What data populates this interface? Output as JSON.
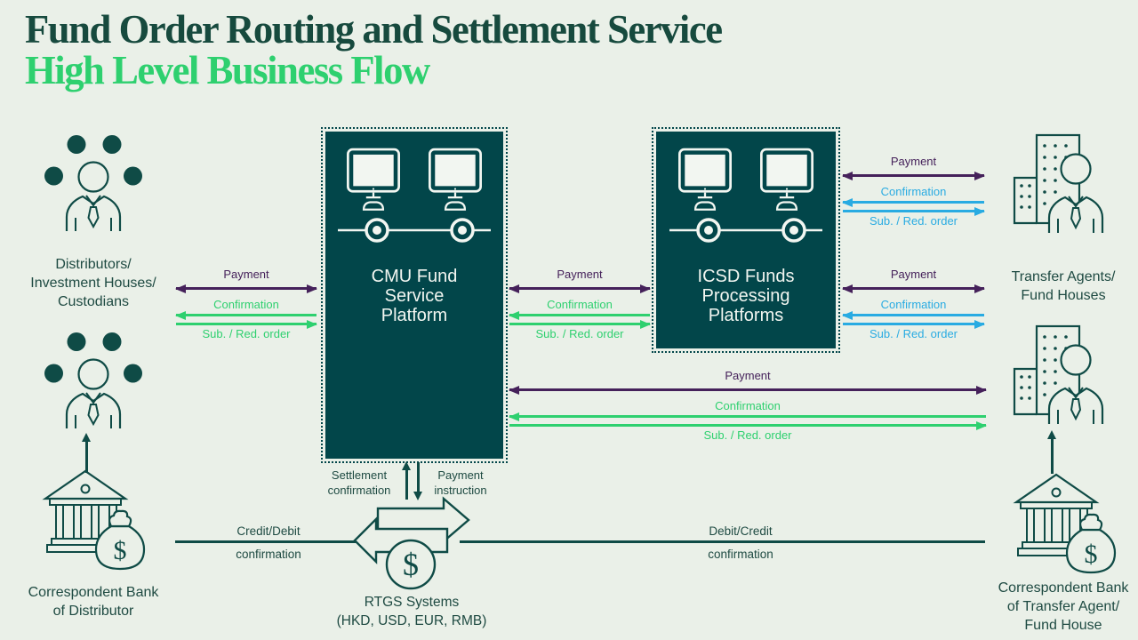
{
  "title": {
    "line1": "Fund Order Routing and Settlement Service",
    "line2": "High Level Business Flow"
  },
  "colors": {
    "background": "#eaf0e8",
    "panel": "#02464a",
    "panel_text": "#f2f6f1",
    "ink": "#0f4b46",
    "text": "#1e4a42",
    "title_primary": "#174a3e",
    "green": "#2ed06f",
    "blue": "#29abe2",
    "purple": "#45215a"
  },
  "actors": {
    "distributors": {
      "lines": [
        "Distributors/",
        "Investment Houses/",
        "Custodians"
      ]
    },
    "transfer_agents": {
      "lines": [
        "Transfer Agents/",
        "Fund Houses"
      ]
    },
    "bank_distributor": {
      "lines": [
        "Correspondent Bank",
        "of Distributor"
      ]
    },
    "bank_transfer_agent": {
      "lines": [
        "Correspondent Bank",
        "of Transfer Agent/",
        "Fund House"
      ]
    },
    "rtgs": {
      "lines": [
        "RTGS Systems",
        "(HKD, USD, EUR, RMB)"
      ]
    }
  },
  "platforms": {
    "cmu": {
      "lines": [
        "CMU Fund",
        "Service",
        "Platform"
      ]
    },
    "icsd": {
      "lines": [
        "ICSD Funds",
        "Processing",
        "Platforms"
      ]
    }
  },
  "flows": {
    "labels": {
      "payment": "Payment",
      "confirmation": "Confirmation",
      "order": "Sub. / Red. order"
    }
  },
  "settlement": {
    "settlement_confirmation": [
      "Settlement",
      "confirmation"
    ],
    "payment_instruction": [
      "Payment",
      "instruction"
    ],
    "credit_debit": [
      "Credit/Debit",
      "confirmation"
    ],
    "debit_credit": [
      "Debit/Credit",
      "confirmation"
    ]
  },
  "icons": {
    "dollar": "$"
  }
}
